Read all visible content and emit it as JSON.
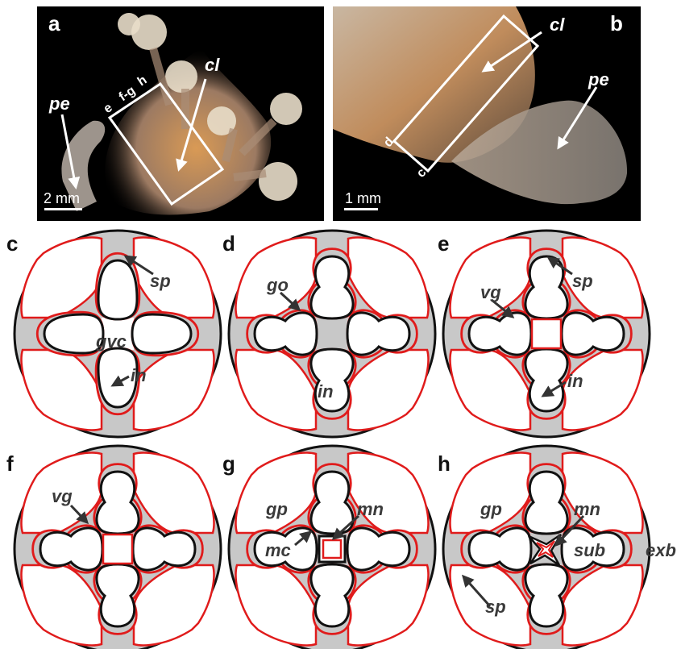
{
  "panels": {
    "a": "a",
    "b": "b",
    "c": "c",
    "d": "d",
    "e": "e",
    "f": "f",
    "g": "g",
    "h": "h"
  },
  "photo_a": {
    "pe": "pe",
    "cl": "cl",
    "scale": "2 mm",
    "cut_h": "h",
    "cut_fg": "f-g",
    "cut_e": "e"
  },
  "photo_b": {
    "pe": "pe",
    "cl": "cl",
    "scale": "1 mm",
    "cut_d": "d",
    "cut_c": "c"
  },
  "diagram_labels": {
    "sp": "sp",
    "gvc": "gvc",
    "in": "in",
    "go": "go",
    "vg": "vg",
    "gp": "gp",
    "mn": "mn",
    "mc": "mc",
    "sub": "sub",
    "exb": "exb"
  },
  "colors": {
    "outer_ring": "#c8c8c8",
    "outline": "#111111",
    "tissue_line": "#e01b1b",
    "photo_bg": "#000000",
    "tissue_tint": "#c9915a"
  }
}
